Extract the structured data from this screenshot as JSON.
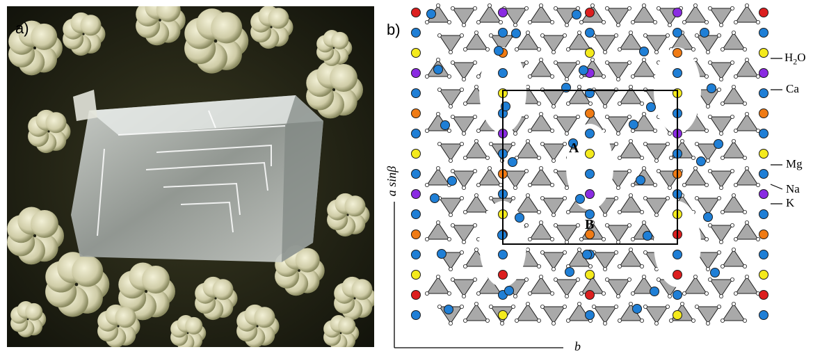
{
  "panels": {
    "a": {
      "label": "a)"
    },
    "b": {
      "label": "b)"
    }
  },
  "structure": {
    "legend": [
      {
        "key": "h2o",
        "prefix": "H",
        "sub": "2",
        "suffix": "O",
        "color": "#1f7fd6"
      },
      {
        "key": "ca",
        "prefix": "Ca",
        "sub": "",
        "suffix": "",
        "color": "#f07b14"
      },
      {
        "key": "mg",
        "prefix": "Mg",
        "sub": "",
        "suffix": "",
        "color": "#dc1f1f"
      },
      {
        "key": "na",
        "prefix": "Na",
        "sub": "",
        "suffix": "",
        "color": "#f4ea1c"
      },
      {
        "key": "k",
        "prefix": "K",
        "sub": "",
        "suffix": "",
        "color": "#8a2be2"
      }
    ],
    "cage_labels": {
      "a": "A",
      "b": "B"
    },
    "axes": {
      "vertical": "a sinβ",
      "horizontal": "b"
    },
    "colors": {
      "framework": "#a9a9a9",
      "outline": "#1a1a1a",
      "node": "#ffffff"
    }
  }
}
